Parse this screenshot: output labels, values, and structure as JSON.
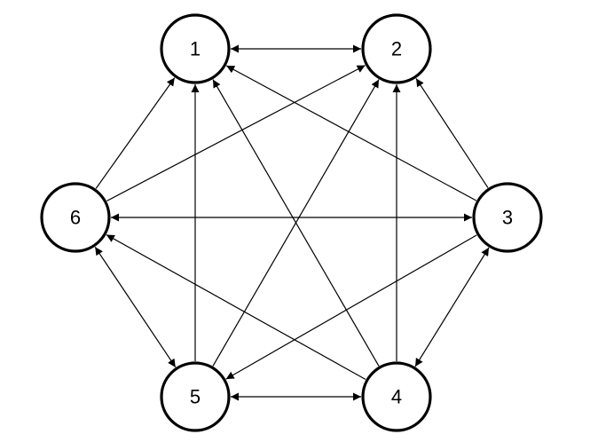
{
  "diagram": {
    "nodes": [
      {
        "id": "1",
        "label": "1"
      },
      {
        "id": "2",
        "label": "2"
      },
      {
        "id": "3",
        "label": "3"
      },
      {
        "id": "4",
        "label": "4"
      },
      {
        "id": "5",
        "label": "5"
      },
      {
        "id": "6",
        "label": "6"
      }
    ],
    "edges": [
      {
        "from": "1",
        "to": "2",
        "bidirectional": true
      },
      {
        "from": "6",
        "to": "3",
        "bidirectional": true
      },
      {
        "from": "5",
        "to": "4",
        "bidirectional": true
      },
      {
        "from": "6",
        "to": "5",
        "bidirectional": true
      },
      {
        "from": "3",
        "to": "4",
        "bidirectional": true
      },
      {
        "from": "6",
        "to": "1",
        "bidirectional": false
      },
      {
        "from": "6",
        "to": "2",
        "bidirectional": false
      },
      {
        "from": "5",
        "to": "1",
        "bidirectional": false
      },
      {
        "from": "5",
        "to": "2",
        "bidirectional": false
      },
      {
        "from": "4",
        "to": "1",
        "bidirectional": false
      },
      {
        "from": "4",
        "to": "2",
        "bidirectional": false
      },
      {
        "from": "4",
        "to": "6",
        "bidirectional": false
      },
      {
        "from": "3",
        "to": "1",
        "bidirectional": false
      },
      {
        "from": "3",
        "to": "2",
        "bidirectional": false
      },
      {
        "from": "3",
        "to": "5",
        "bidirectional": false
      }
    ],
    "colors": {
      "stroke": "#000000",
      "fill": "#ffffff"
    }
  }
}
